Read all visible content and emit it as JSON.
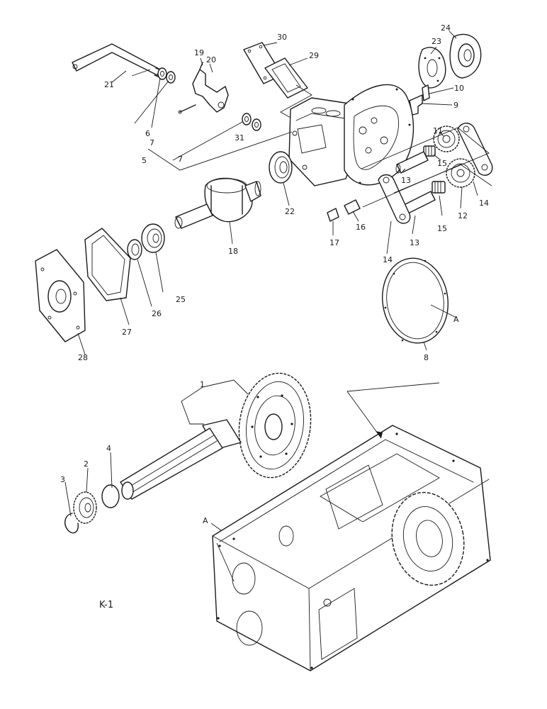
{
  "figure_label": "K-1",
  "reference_marker": "A",
  "callouts": {
    "c1": "1",
    "c2": "2",
    "c3": "3",
    "c4": "4",
    "c5": "5",
    "c6": "6",
    "c7a": "7",
    "c7b": "7",
    "c8": "8",
    "c9": "9",
    "c10": "10",
    "c11": "11",
    "c12": "12",
    "c13a": "13",
    "c13b": "13",
    "c14a": "14",
    "c14b": "14",
    "c15a": "15",
    "c15b": "15",
    "c16": "16",
    "c17": "17",
    "c18": "18",
    "c19": "19",
    "c20": "20",
    "c21": "21",
    "c22": "22",
    "c23": "23",
    "c24": "24",
    "c25": "25",
    "c26": "26",
    "c27": "27",
    "c28": "28",
    "c29": "29",
    "c30": "30",
    "c31": "31",
    "ref_gasket": "A",
    "ref_case": "A"
  }
}
